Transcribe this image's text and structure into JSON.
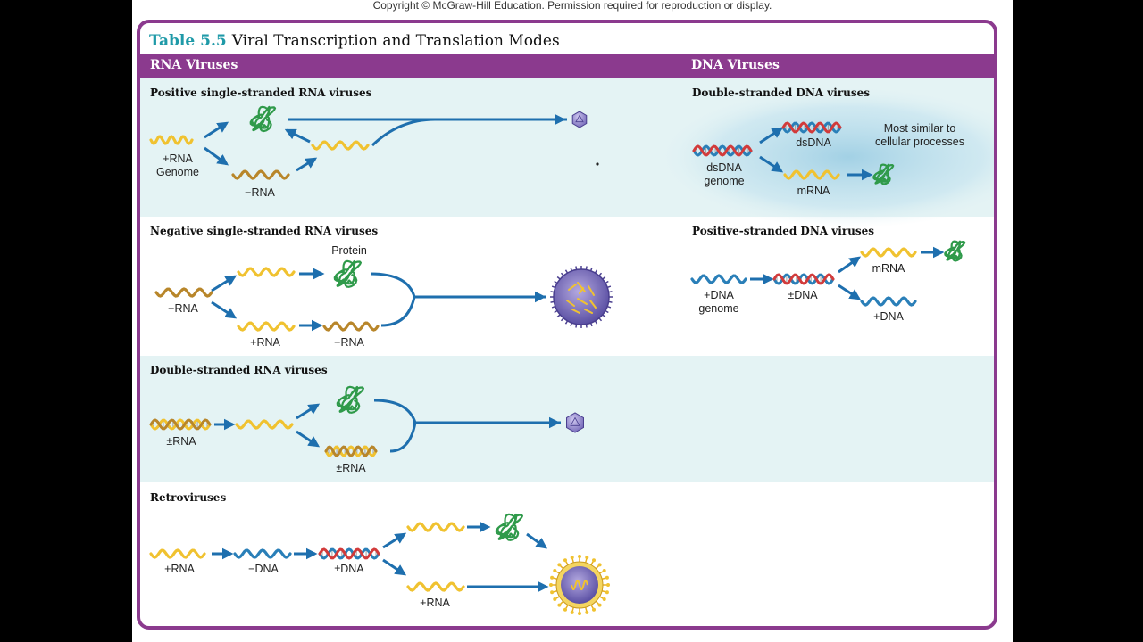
{
  "copyright": "Copyright © McGraw-Hill Education. Permission required for reproduction or display.",
  "table": {
    "number": "Table 5.5",
    "title": "Viral Transcription and Translation Modes"
  },
  "columns": {
    "rna": "RNA Viruses",
    "dna": "DNA Viruses"
  },
  "sections": {
    "pos_ss_rna": {
      "title": "Positive single-stranded RNA viruses",
      "plus_rna_genome_1": "+RNA",
      "plus_rna_genome_2": "Genome",
      "minus_rna": "−RNA"
    },
    "neg_ss_rna": {
      "title": "Negative single-stranded RNA viruses",
      "protein": "Protein",
      "minus_rna": "−RNA",
      "plus_rna": "+RNA",
      "minus_rna_2": "−RNA"
    },
    "ds_rna": {
      "title": "Double-stranded RNA viruses",
      "pm_rna_1": "±RNA",
      "pm_rna_2": "±RNA"
    },
    "retro": {
      "title": "Retroviruses",
      "plus_rna": "+RNA",
      "minus_dna": "−DNA",
      "pm_dna": "±DNA",
      "plus_rna_2": "+RNA"
    },
    "ds_dna": {
      "title": "Double-stranded DNA viruses",
      "dsdna": "dsDNA",
      "genome_1": "dsDNA",
      "genome_2": "genome",
      "mrna": "mRNA",
      "note_1": "Most similar to",
      "note_2": "cellular processes"
    },
    "pos_dna": {
      "title": "Positive-stranded DNA viruses",
      "genome_1": "+DNA",
      "genome_2": "genome",
      "pm_dna": "±DNA",
      "mrna": "mRNA",
      "plus_dna": "+DNA"
    }
  },
  "colors": {
    "frame": "#8b3a8e",
    "teal": "#1f9aa8",
    "arrow": "#1e6fae",
    "rna_plus": "#f0c230",
    "rna_minus": "#b8862a",
    "dna_blue": "#2a7fb8",
    "dna_red": "#d23b3b",
    "protein": "#2f9a4a",
    "band": "#e4f3f4"
  }
}
